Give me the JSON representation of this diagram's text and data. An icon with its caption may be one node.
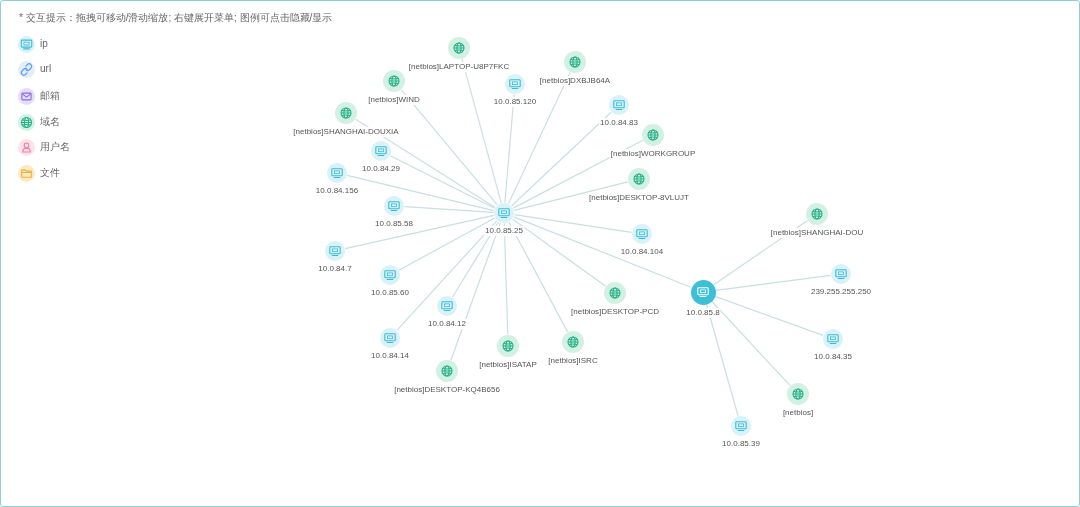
{
  "diagram": {
    "nodes": [
      {
        "text": [
          "[netbios]LAPTOP-U8P7FKC"
        ]
      },
      {
        "text": [
          "[netbios]DXBJB64A"
        ]
      },
      {
        "text": [
          "[netbios]WIND"
        ]
      },
      {
        "text": [
          "10.0.85.120"
        ]
      },
      {
        "text": [
          "10.0.84.83"
        ]
      },
      {
        "text": [
          "[netbios]SHANGHAI-DOUXIA"
        ]
      },
      {
        "text": [
          "[netbios]WORKGROUP"
        ]
      },
      {
        "text": [
          "10.0.84.29"
        ]
      },
      {
        "text": [
          "[netbios]DESKTOP-8VLUJT"
        ]
      },
      {
        "text": [
          "10.0.84.156"
        ]
      },
      {
        "text": [
          "10.0.85.58"
        ]
      },
      {
        "text": [
          "10.0.85.25"
        ]
      },
      {
        "text": [
          "[netbios]SHANGHAI-DOU"
        ]
      },
      {
        "text": [
          "10.0.84.104"
        ]
      },
      {
        "text": [
          "10.0.84.7"
        ]
      },
      {
        "text": [
          "10.0.85.60"
        ]
      },
      {
        "text": [
          "239.255.255.250"
        ]
      },
      {
        "text": [
          "10.0.85.8"
        ]
      },
      {
        "text": [
          "[netbios]DESKTOP-PCD"
        ]
      },
      {
        "text": [
          "10.0.84.12"
        ]
      },
      {
        "text": [
          "10.0.84.14"
        ]
      },
      {
        "text": [
          "10.0.84.35"
        ]
      },
      {
        "text": [
          "[netbios]ISRC"
        ]
      },
      {
        "text": [
          "[netbios]ISATAP"
        ]
      },
      {
        "text": [
          "[netbios]DESKTOP-KQ4B656"
        ]
      },
      {
        "text": [
          "[netbios]"
        ]
      },
      {
        "text": [
          "10.0.85.39"
        ]
      }
    ],
    "edges": [
      {
        "from": 11,
        "to": 0,
        "arrow": "none"
      },
      {
        "from": 11,
        "to": 1,
        "arrow": "none"
      },
      {
        "from": 11,
        "to": 2,
        "arrow": "none"
      },
      {
        "from": 11,
        "to": 3,
        "arrow": "none"
      },
      {
        "from": 11,
        "to": 4,
        "arrow": "none"
      },
      {
        "from": 11,
        "to": 5,
        "arrow": "none"
      },
      {
        "from": 11,
        "to": 6,
        "arrow": "none"
      },
      {
        "from": 11,
        "to": 7,
        "arrow": "none"
      },
      {
        "from": 11,
        "to": 8,
        "arrow": "none"
      },
      {
        "from": 11,
        "to": 9,
        "arrow": "none"
      },
      {
        "from": 11,
        "to": 10,
        "arrow": "none"
      },
      {
        "from": 11,
        "to": 13,
        "arrow": "none"
      },
      {
        "from": 11,
        "to": 14,
        "arrow": "none"
      },
      {
        "from": 11,
        "to": 15,
        "arrow": "none"
      },
      {
        "from": 11,
        "to": 18,
        "arrow": "none"
      },
      {
        "from": 11,
        "to": 19,
        "arrow": "none"
      },
      {
        "from": 11,
        "to": 20,
        "arrow": "none"
      },
      {
        "from": 11,
        "to": 22,
        "arrow": "none"
      },
      {
        "from": 11,
        "to": 23,
        "arrow": "none"
      },
      {
        "from": 11,
        "to": 24,
        "arrow": "none"
      },
      {
        "from": 11,
        "to": 17,
        "arrow": "none"
      },
      {
        "from": 17,
        "to": 12,
        "arrow": "none"
      },
      {
        "from": 17,
        "to": 16,
        "arrow": "none"
      },
      {
        "from": 17,
        "to": 21,
        "arrow": "none"
      },
      {
        "from": 17,
        "to": 25,
        "arrow": "none"
      },
      {
        "from": 17,
        "to": 26,
        "arrow": "none"
      }
    ],
    "labels": [
      "* 交互提示：拖拽可移动/滑动缩放; 右键展开菜单; 图例可点击隐藏/显示"
    ],
    "legend": [
      {
        "text": "ip"
      },
      {
        "text": "url"
      },
      {
        "text": "邮箱"
      },
      {
        "text": "域名"
      },
      {
        "text": "用户名"
      },
      {
        "text": "文件"
      }
    ]
  }
}
